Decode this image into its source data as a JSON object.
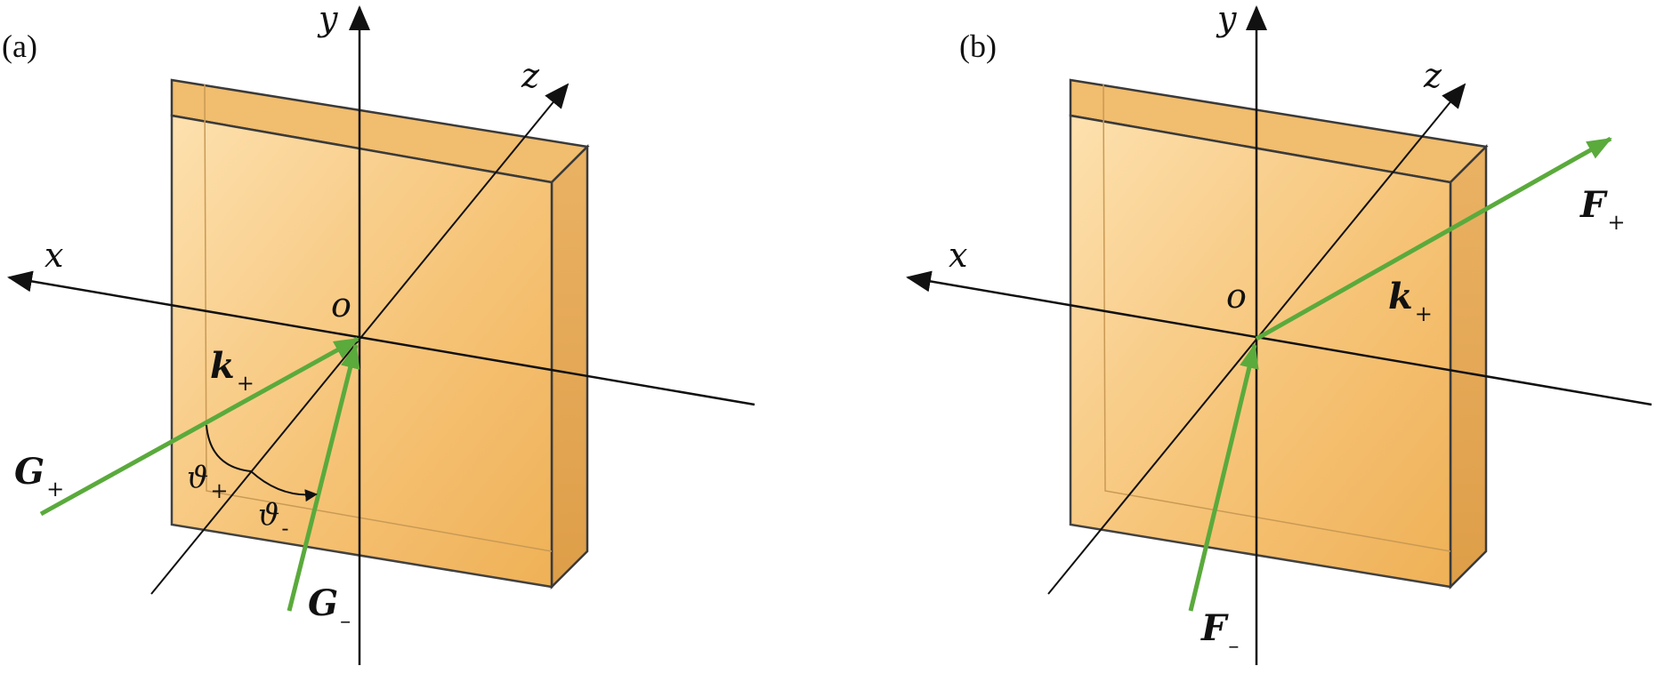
{
  "panels": [
    {
      "id": "a",
      "label": "(a)",
      "axes": {
        "x": "x",
        "y": "y",
        "z": "z",
        "origin": "o"
      },
      "vectors": {
        "k_plus": {
          "symbol": "k",
          "sub": "+"
        },
        "g_plus": {
          "symbol": "G",
          "sub": "+"
        },
        "g_minus": {
          "symbol": "G",
          "sub": "–"
        }
      },
      "angles": {
        "theta_plus": {
          "symbol": "ϑ",
          "sub": "+"
        },
        "theta_minus": {
          "symbol": "ϑ",
          "sub": "-"
        }
      }
    },
    {
      "id": "b",
      "label": "(b)",
      "axes": {
        "x": "x",
        "y": "y",
        "z": "z",
        "origin": "o"
      },
      "vectors": {
        "k_plus": {
          "symbol": "k",
          "sub": "+"
        },
        "f_plus": {
          "symbol": "F",
          "sub": "+"
        },
        "f_minus": {
          "symbol": "F",
          "sub": "–"
        }
      }
    }
  ],
  "colors": {
    "slab_front": "#f5c06a",
    "slab_top": "#f2be70",
    "slab_side": "#e4a650",
    "slab_edge": "#3a3a3a",
    "axis": "#111111",
    "vector": "#5aaa3c"
  }
}
